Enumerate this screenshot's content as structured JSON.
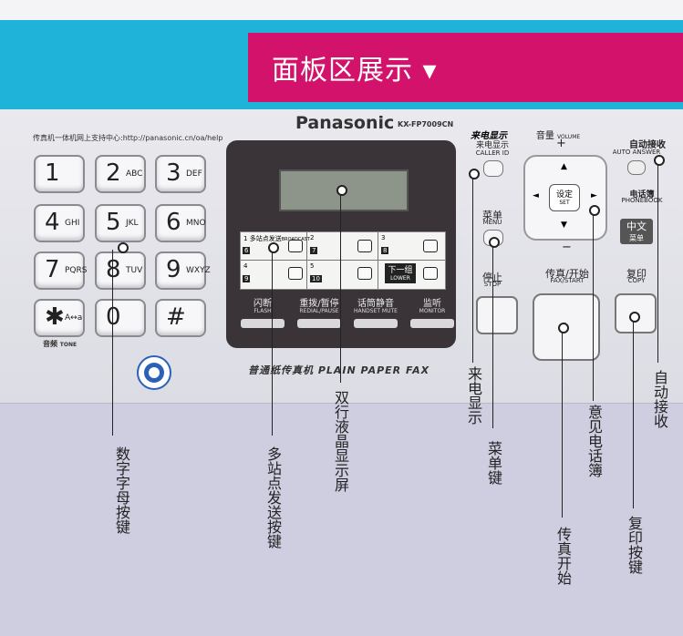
{
  "header": {
    "title": "面板区展示 ▾"
  },
  "panel": {
    "support_text": "传真机一体机网上支持中心:http://panasonic.cn/oa/help",
    "brand": "Panasonic",
    "model": "KX-FP7009CN",
    "footer_text": "普通纸传真机 PLAIN PAPER FAX",
    "tone_label": "音频",
    "tone_sub": "TONE"
  },
  "keypad": [
    {
      "d": "1",
      "s": ""
    },
    {
      "d": "2",
      "s": "ABC"
    },
    {
      "d": "3",
      "s": "DEF"
    },
    {
      "d": "4",
      "s": "GHI"
    },
    {
      "d": "5",
      "s": "JKL"
    },
    {
      "d": "6",
      "s": "MNO"
    },
    {
      "d": "7",
      "s": "PQRS"
    },
    {
      "d": "8",
      "s": "TUV"
    },
    {
      "d": "9",
      "s": "WXYZ"
    },
    {
      "d": "✱",
      "s": "A↔a"
    },
    {
      "d": "0",
      "s": ""
    },
    {
      "d": "#",
      "s": ""
    }
  ],
  "slots": {
    "s1": "1",
    "s1_label": "多站点发送",
    "s1_sub": "BROADCAST",
    "s2": "2",
    "s3": "3",
    "s4": "4",
    "s5": "5",
    "s6": "6",
    "s7": "7",
    "s8": "8",
    "s9": "9",
    "s10": "10",
    "lower": "下一组",
    "lower_sub": "LOWER"
  },
  "functions": [
    {
      "label": "闪断",
      "sub": "FLASH"
    },
    {
      "label": "重拨/暂停",
      "sub": "REDIAL/PAUSE"
    },
    {
      "label": "话筒静音",
      "sub": "HANDSET MUTE"
    },
    {
      "label": "监听",
      "sub": "MONITOR"
    }
  ],
  "right": {
    "caller_logo": "来电显示",
    "caller": "来电显示",
    "caller_sub": "CALLER ID",
    "volume": "音量",
    "volume_sub": "VOLUME",
    "plus": "+",
    "minus": "−",
    "set": "设定",
    "set_sub": "SET",
    "phonebook": "电话簿",
    "phonebook_sub": "PHONEBOOK",
    "auto": "自动接收",
    "auto_sub": "AUTO ANSWER",
    "menu": "菜单",
    "menu_sub": "MENU",
    "stop": "停止",
    "stop_sub": "STOP",
    "fax": "传真/开始",
    "fax_sub": "FAX/START",
    "copy": "复印",
    "copy_sub": "COPY",
    "cn_badge": "中文",
    "cn_badge_sub": "菜单"
  },
  "callouts": {
    "keypad": "数字字母按键",
    "broadcast": "多站点发送按键",
    "lcd": "双行液晶显示屏",
    "caller": "来电显示",
    "menu": "菜单键",
    "phonebook": "意见电话簿",
    "fax": "传真开始",
    "auto": "自动接收",
    "copy": "复印按键"
  }
}
